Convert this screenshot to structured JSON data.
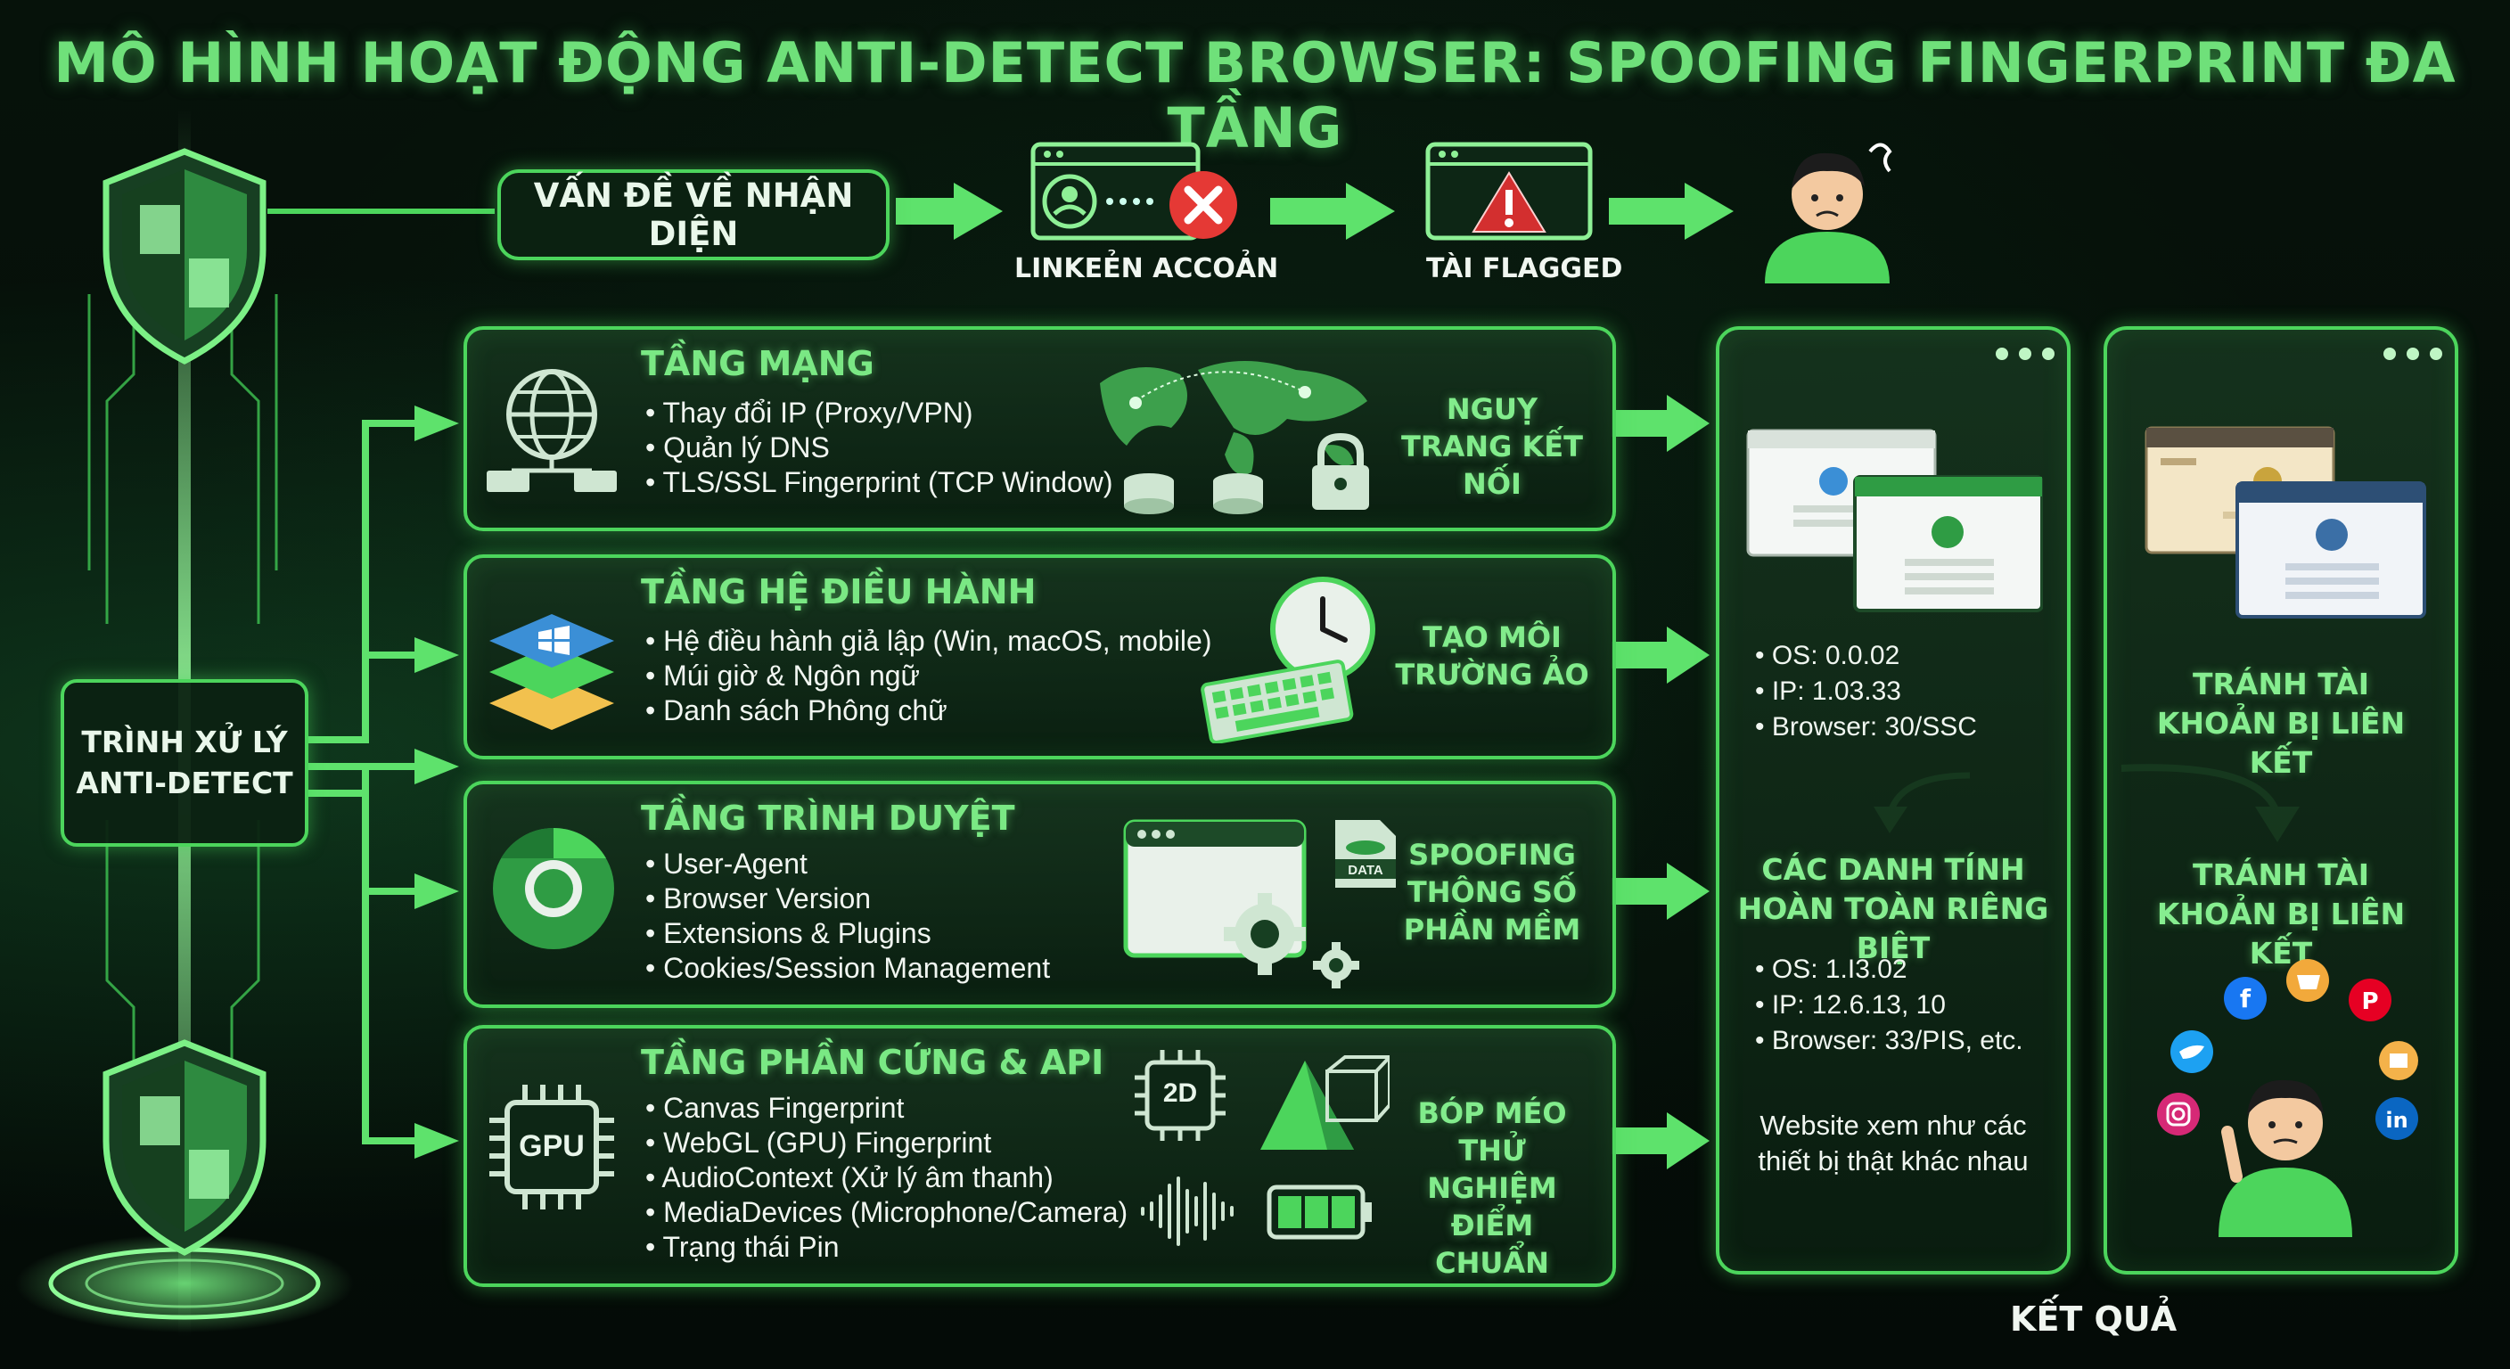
{
  "title": "MÔ HÌNH HOẠT ĐỘNG ANTI-DETECT BROWSER: SPOOFING FINGERPRINT ĐA TẦNG",
  "top_flow": {
    "problem_label": "VẤN ĐỀ VỀ NHẬN DIỆN",
    "step1_caption": "LINKEẺN ACCOẢN",
    "step2_caption": "TÀI FLAGGED"
  },
  "processor_label": "TRÌNH XỬ LÝ ANTI-DETECT",
  "layers": [
    {
      "title": "TẦNG MẠNG",
      "items": [
        "Thay đổi IP (Proxy/VPN)",
        "Quản lý DNS",
        "TLS/SSL Fingerprint (TCP Window)"
      ],
      "result": "NGUỴ TRANG KẾT NỐI",
      "icon": "globe-network-icon"
    },
    {
      "title": "TẦNG HỆ ĐIỀU HÀNH",
      "items": [
        "Hệ điều hành giả lập (Win, macOS, mobile)",
        "Múi giờ & Ngôn ngữ",
        "Danh sách Phông chữ"
      ],
      "result": "TẠO MÔI TRƯỜNG ẢO",
      "icon": "os-layers-icon"
    },
    {
      "title": "TẦNG TRÌNH DUYỆT",
      "items": [
        "User-Agent",
        "Browser Version",
        "Extensions & Plugins",
        "Cookies/Session Management"
      ],
      "result": "SPOOFING THÔNG SỐ PHẦN MỀM",
      "icon": "chrome-icon",
      "data_badge": "DATA"
    },
    {
      "title": "TẦNG PHẦN CỨNG & API",
      "items": [
        "Canvas Fingerprint",
        "WebGL (GPU) Fingerprint",
        "AudioContext (Xử lý âm thanh)",
        "MediaDevices (Microphone/Camera)",
        "Trạng thái Pin"
      ],
      "result": "BÓP MÉO THỬ NGHIỆM ĐIỂM CHUẨN",
      "icon": "gpu-chip-icon",
      "gpu_label": "GPU",
      "chip_label": "2D"
    }
  ],
  "identities": {
    "profile1": [
      "OS: 0.0.02",
      "IP: 1.03.33",
      "Browser: 30/SSC"
    ],
    "heading": "CÁC DANH TÍNH HOÀN TOÀN RIÊNG BIỆT",
    "profile2": [
      "OS: 1.I3.02",
      "IP: 12.6.13, 10",
      "Browser: 33/PIS, etc."
    ],
    "note": "Website xem như các thiết bị thật khác nhau"
  },
  "outcome": {
    "line1": "TRÁNH TÀI KHOẢN BỊ LIÊN KẾT",
    "line2": "TRÁNH TÀI KHOẢN BỊ LIÊN KẾT"
  },
  "result_label": "KẾT QUẢ",
  "colors": {
    "accent": "#4cd55c",
    "title": "#6fe07a",
    "background": "#050d08",
    "error": "#e53935",
    "warning": "#d32f2f"
  }
}
